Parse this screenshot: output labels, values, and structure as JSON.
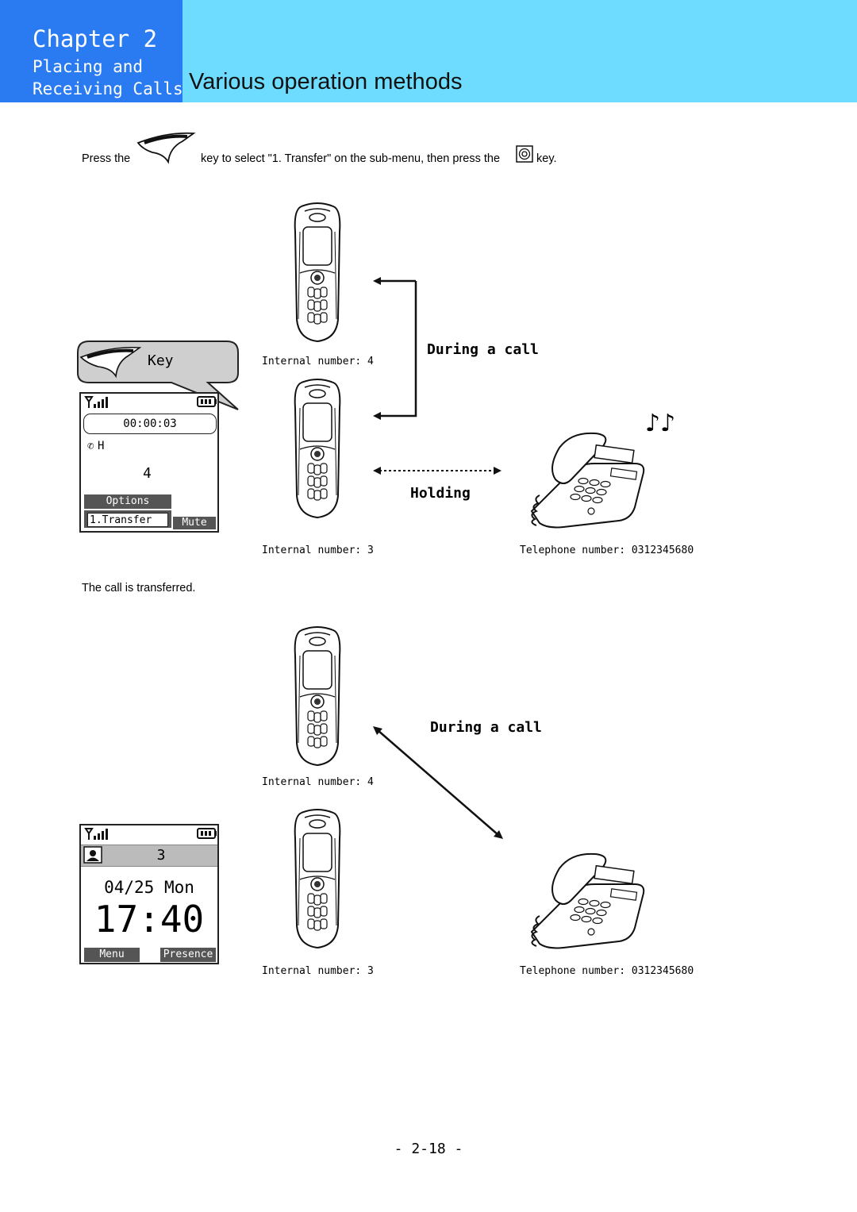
{
  "header": {
    "chapter": "Chapter 2",
    "section_line1": "Placing and",
    "section_line2": "Receiving Calls",
    "page_title": "Various operation methods"
  },
  "instruction": {
    "part1": "Press the",
    "part2": "key to select \"1. Transfer\" on the sub-menu, then press the",
    "part3": "key."
  },
  "callout": {
    "label": "Key"
  },
  "screen1": {
    "timer": "00:00:03",
    "line_indicator": "H",
    "number": "4",
    "options_label": "Options",
    "menu_item": "1.Transfer",
    "softkey_right": "Mute"
  },
  "diagram1": {
    "top_phone_label": "Internal number:  4",
    "bottom_phone_label": "Internal number:  3",
    "telephone_label": "Telephone number:  0312345680",
    "state_call": "During a call",
    "state_holding": "Holding",
    "music_icon": "♪♪"
  },
  "transferred_text": "The call is transferred.",
  "screen2": {
    "extension": "3",
    "date": "04/25 Mon",
    "time": "17:40",
    "softkey_left": "Menu",
    "softkey_right": "Presence"
  },
  "diagram2": {
    "top_phone_label": "Internal number:  4",
    "bottom_phone_label": "Internal number:  3",
    "telephone_label": "Telephone number:  0312345680",
    "state_call": "During a call"
  },
  "footer": {
    "page_number": "- 2-18 -"
  }
}
